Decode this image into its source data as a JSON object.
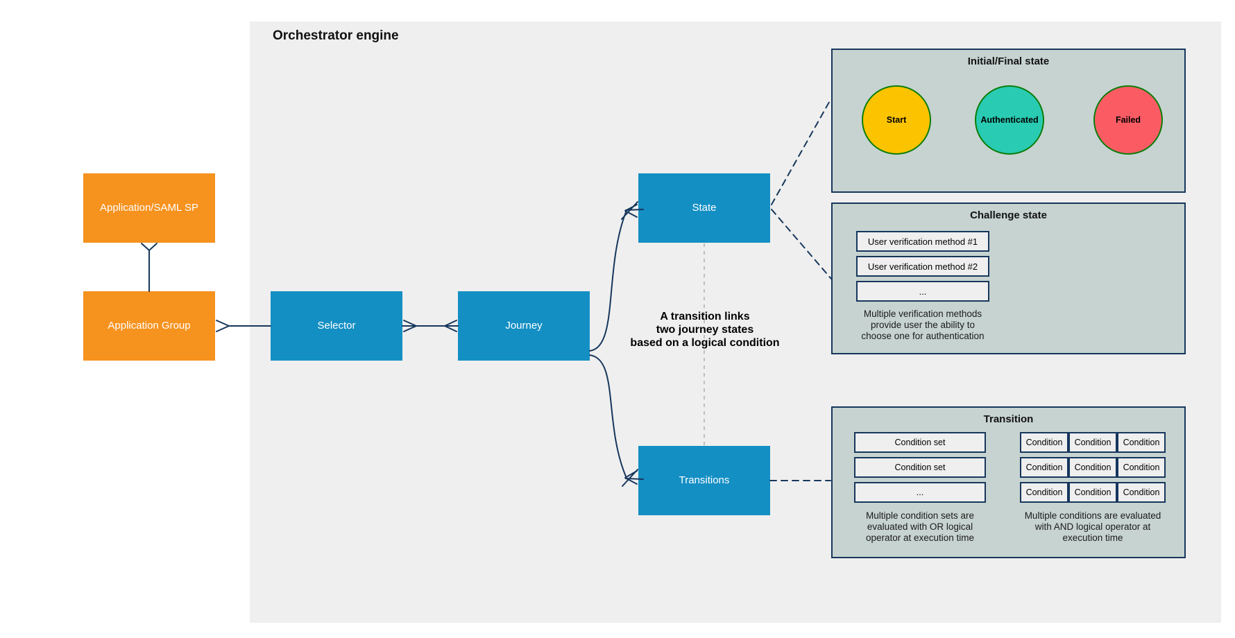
{
  "colors": {
    "canvas": "#ffffff",
    "engine_bg": "#efefef",
    "orange": "#f6921e",
    "blue": "#148fc4",
    "navy": "#16365c",
    "sage": "#c7d3d0",
    "inner_box_bg": "#efefef",
    "gold": "#fcc400",
    "teal": "#29cbb2",
    "red": "#fb5c64",
    "green_border": "#0b7d0b",
    "dashed_gray": "#afafaf",
    "text_dark": "#111111",
    "text_on_fill": "#ffffff"
  },
  "engine": {
    "title": "Orchestrator engine"
  },
  "nodes": {
    "app_sp": {
      "label": "Application/SAML SP"
    },
    "app_group": {
      "label": "Application Group"
    },
    "selector": {
      "label": "Selector"
    },
    "journey": {
      "label": "Journey"
    },
    "state": {
      "label": "State"
    },
    "transitions": {
      "label": "Transitions"
    }
  },
  "annotation": {
    "line1": "A transition links",
    "line2": "two journey states",
    "line3": "based on a logical condition"
  },
  "panels": {
    "initial_final": {
      "title": "Initial/Final state",
      "states": [
        {
          "label": "Start"
        },
        {
          "label": "Authenticated"
        },
        {
          "label": "Failed"
        }
      ]
    },
    "challenge": {
      "title": "Challenge state",
      "methods": [
        "User verification method #1",
        "User verification method #2",
        "..."
      ],
      "caption": [
        "Multiple verification methods",
        "provide user the ability to",
        "choose one for authentication"
      ]
    },
    "transition": {
      "title": "Transition",
      "condition_sets": [
        "Condition set",
        "Condition set",
        "..."
      ],
      "or_caption": [
        "Multiple condition sets are",
        "evaluated with OR logical",
        "operator at execution time"
      ],
      "conditions": [
        [
          "Condition",
          "Condition",
          "Condition"
        ],
        [
          "Condition",
          "Condition",
          "Condition"
        ],
        [
          "Condition",
          "Condition",
          "Condition"
        ]
      ],
      "and_caption": [
        "Multiple conditions are evaluated",
        "with AND logical operator at",
        "execution time"
      ]
    }
  }
}
